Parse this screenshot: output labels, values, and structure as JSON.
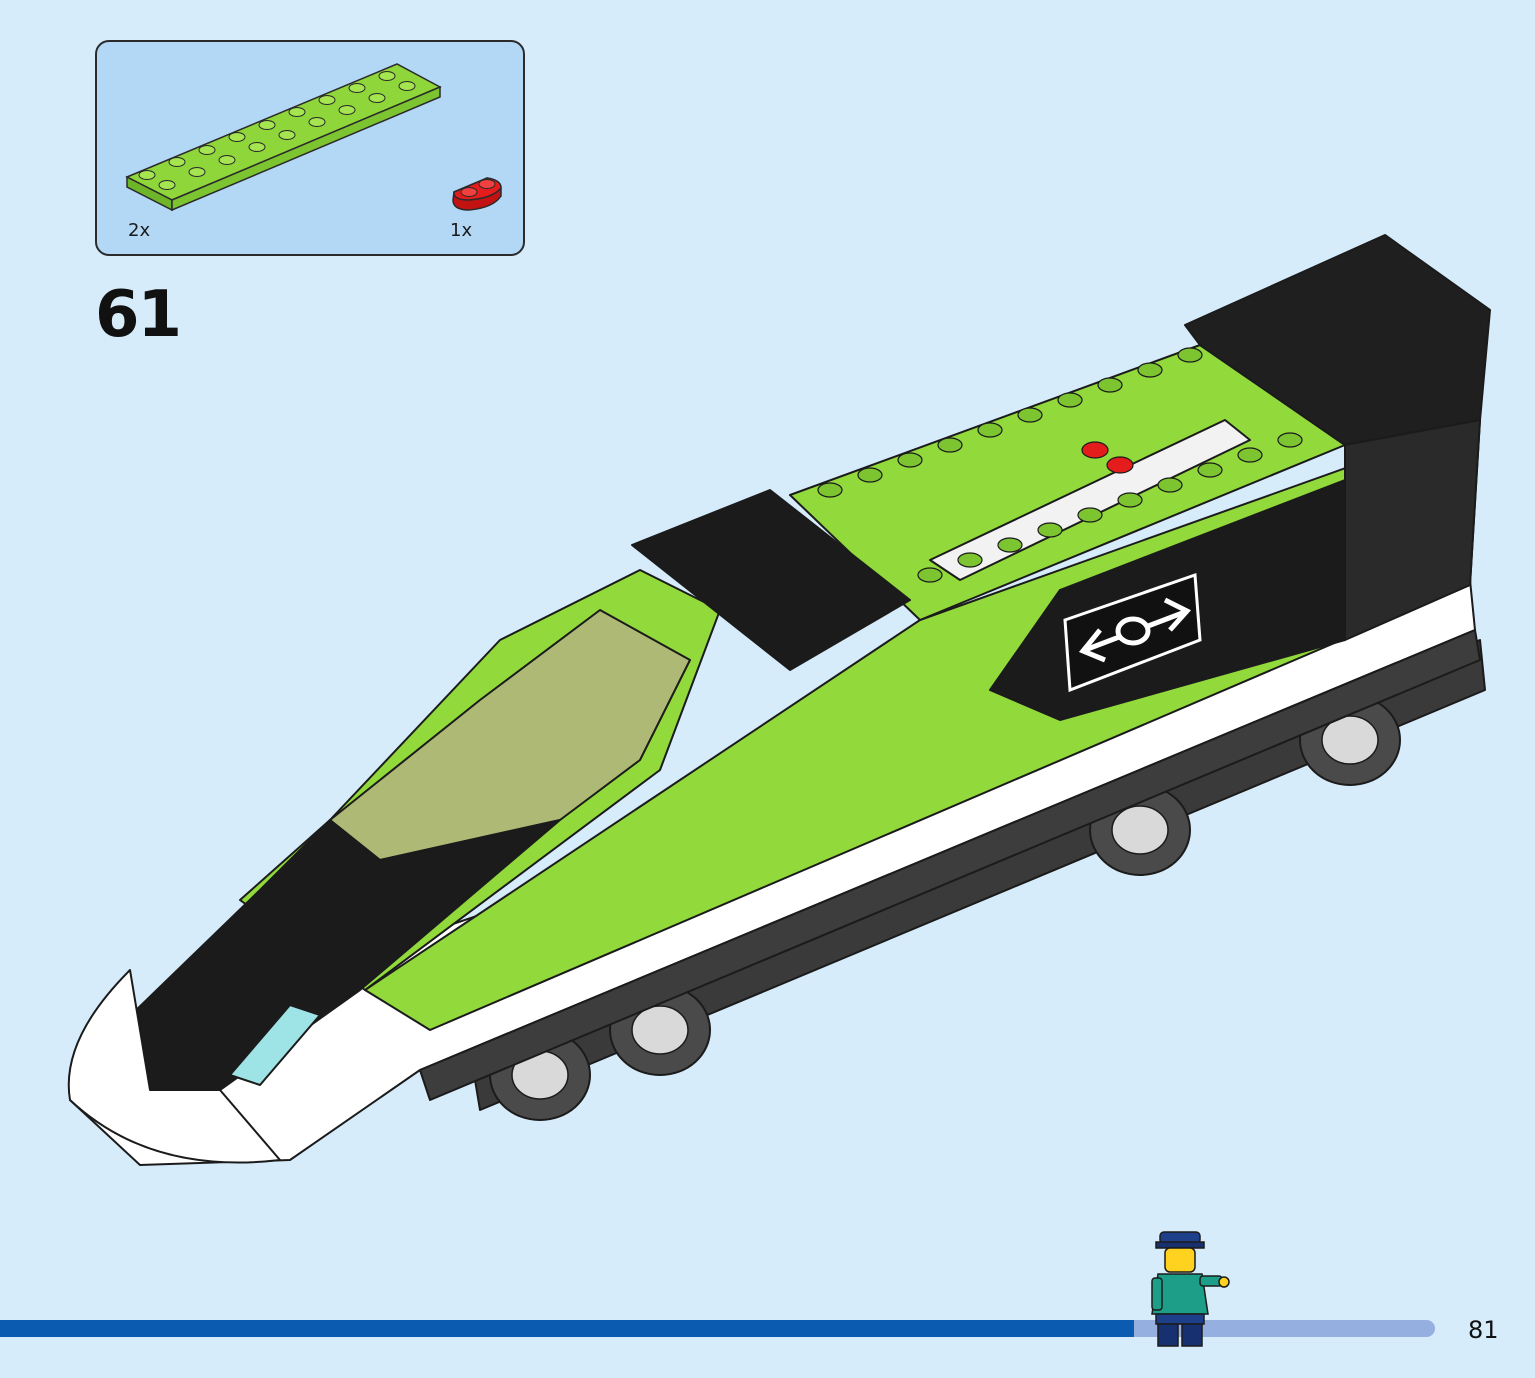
{
  "parts_list": {
    "items": [
      {
        "quantity": "2x",
        "part": "lime-green-plate-2x16",
        "color": "#8fd63a"
      },
      {
        "quantity": "1x",
        "part": "red-plate-1x2-rounded",
        "color": "#e41c1c"
      }
    ]
  },
  "step": {
    "number": "61"
  },
  "model": {
    "subject": "express-passenger-train-front-car",
    "body_color": "#92d93c",
    "accent_color": "#1b1b1b",
    "stripe_color": "#ffffff",
    "sign_icon": "bidirectional-arrow-sign-icon"
  },
  "progress": {
    "fraction": 0.79,
    "fill_color": "#0b5cb0",
    "track_color": "#95afe1"
  },
  "page": {
    "number": "81"
  }
}
